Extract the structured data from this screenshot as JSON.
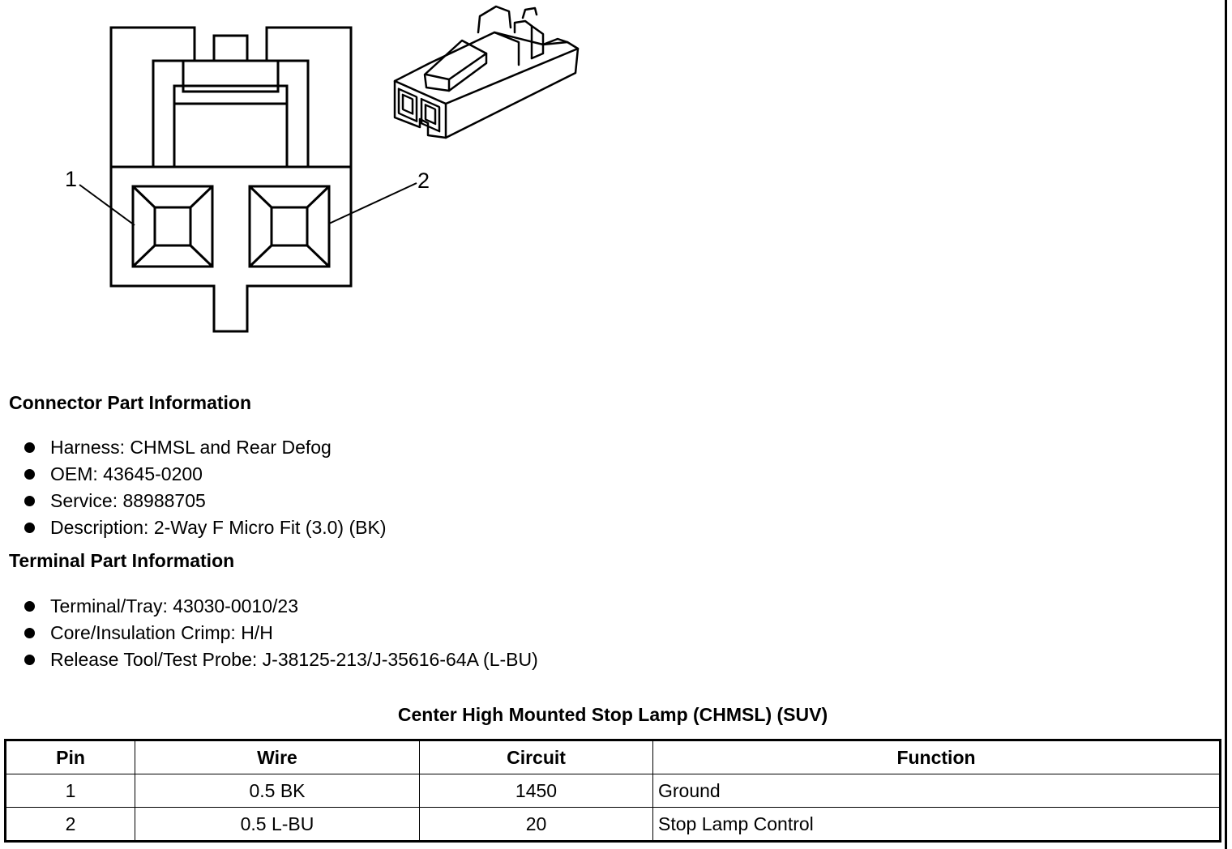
{
  "diagram": {
    "pin_labels": [
      "1",
      "2"
    ]
  },
  "connector_info": {
    "heading": "Connector Part Information",
    "items": [
      "Harness: CHMSL and Rear Defog",
      "OEM: 43645-0200",
      "Service: 88988705",
      "Description: 2-Way F Micro Fit (3.0) (BK)"
    ]
  },
  "terminal_info": {
    "heading": "Terminal Part Information",
    "items": [
      "Terminal/Tray: 43030-0010/23",
      "Core/Insulation Crimp: H/H",
      "Release Tool/Test Probe: J-38125-213/J-35616-64A (L-BU)"
    ]
  },
  "pin_table": {
    "caption": "Center High Mounted Stop Lamp (CHMSL) (SUV)",
    "headers": [
      "Pin",
      "Wire",
      "Circuit",
      "Function"
    ],
    "rows": [
      [
        "1",
        "0.5 BK",
        "1450",
        "Ground"
      ],
      [
        "2",
        "0.5 L-BU",
        "20",
        "Stop Lamp Control"
      ]
    ]
  }
}
